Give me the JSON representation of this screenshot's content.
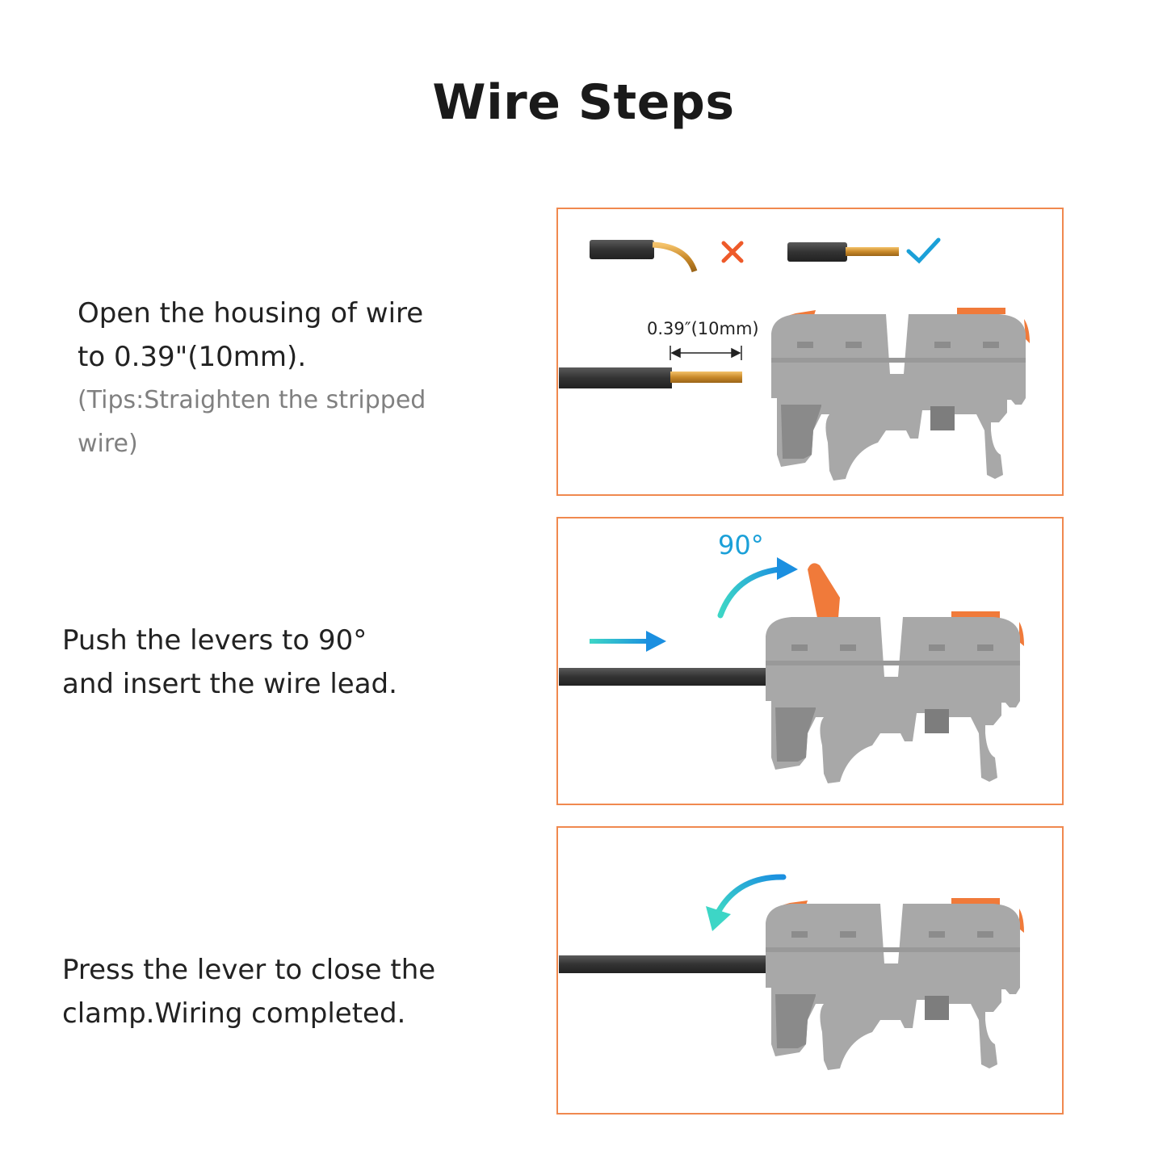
{
  "title": "Wire Steps",
  "steps": [
    {
      "line1": "Open the housing of wire",
      "line2": "to 0.39\"(10mm).",
      "tip1": "(Tips:Straighten the stripped",
      "tip2": "wire)",
      "dimension_label": "0.39″(10mm)"
    },
    {
      "line1": "Push the levers to 90°",
      "line2": "and insert the wire lead.",
      "angle_label": "90°"
    },
    {
      "line1": "Press the lever to close the",
      "line2": "clamp.Wiring completed."
    }
  ],
  "colors": {
    "panel_border": "#F0894F",
    "accent_blue": "#1BA0D8",
    "wrong_mark": "#EE5A2A",
    "lever": "#F07A3A",
    "connector": "#A9A9A9",
    "wire": "#3C3C3C",
    "copper": "#D49A3A"
  },
  "icons": [
    "bent-wire-icon",
    "wrong-x-icon",
    "straight-wire-icon",
    "correct-check-icon",
    "dimension-arrow-icon",
    "insert-arrow-icon",
    "rotate-up-arrow-icon",
    "rotate-down-arrow-icon",
    "connector-illustration"
  ]
}
